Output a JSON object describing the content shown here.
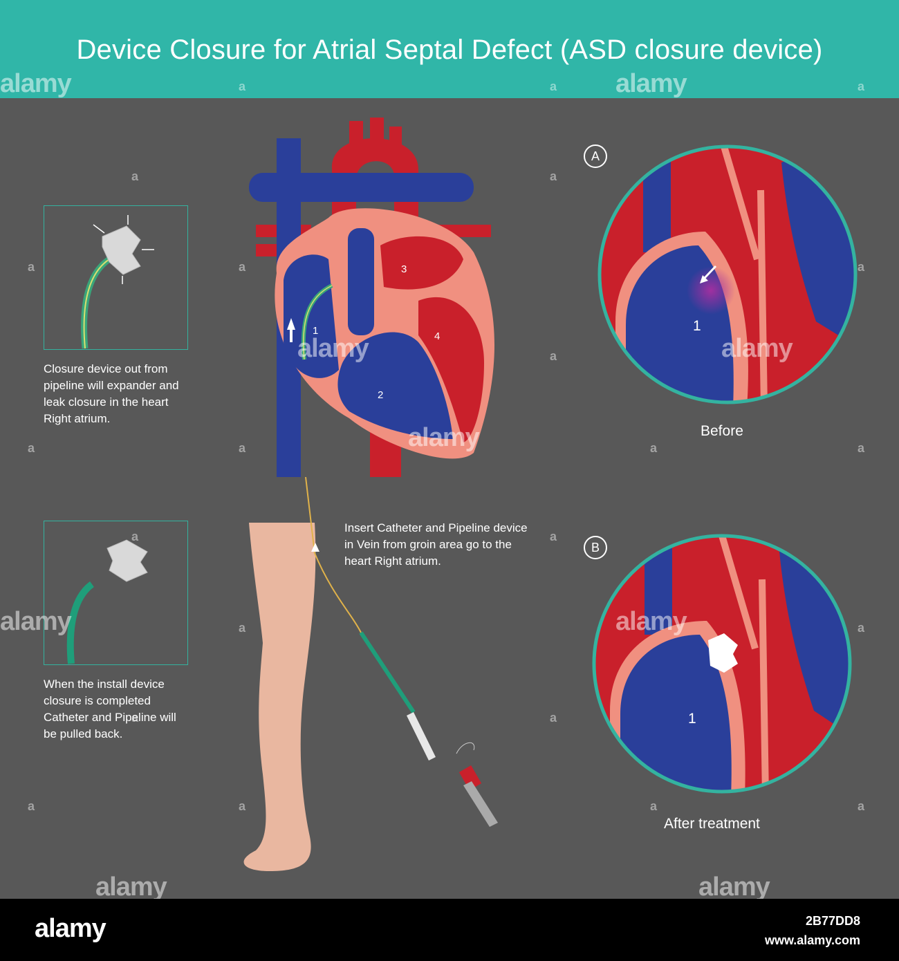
{
  "title": "Device Closure for Atrial Septal Defect (ASD closure device)",
  "captions": {
    "expand": "Closure device out from pipeline will expander and leak closure in the heart Right atrium.",
    "pullback": "When the install device closure is completed Catheter and Pipeline will be pulled back.",
    "insert": "Insert Catheter and Pipeline device in Vein from groin area go to the heart Right atrium.",
    "before": "Before",
    "after": "After treatment"
  },
  "markers": {
    "a": "A",
    "b": "B"
  },
  "heart_labels": {
    "n1": "1",
    "n2": "2",
    "n3": "3",
    "n4": "4"
  },
  "zoom_labels": {
    "a1": "1",
    "b1": "1"
  },
  "watermark": "alamy",
  "footer": {
    "brand": "alamy",
    "image_id": "2B77DD8",
    "site": "www.alamy.com"
  },
  "colors": {
    "header": "#30b6a8",
    "panel": "#585858",
    "vein_blue": "#2a3f9a",
    "artery_red": "#c9202b",
    "tissue_pink": "#f09080",
    "teal": "#34b3a0"
  }
}
